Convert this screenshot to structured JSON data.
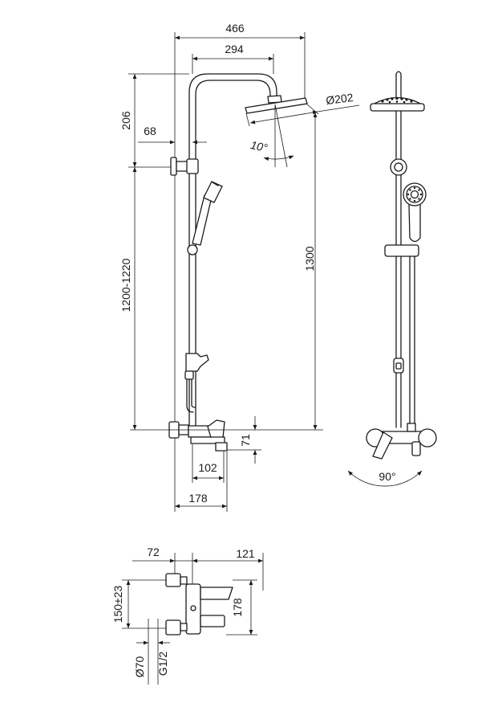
{
  "side_view": {
    "overall_width": "466",
    "arm_reach": "294",
    "head_diameter": "Ø202",
    "head_tilt": "10°",
    "arm_height": "206",
    "bracket_offset": "68",
    "rail_height": "1200-1220",
    "overall_height": "1300",
    "mixer_drop": "71",
    "spout_width": "102",
    "mixer_depth": "178"
  },
  "front_view": {
    "lever_rotation": "90°"
  },
  "top_view": {
    "inlet_offset": "72",
    "spout_reach": "121",
    "inlet_spacing": "150±23",
    "mixer_height": "178",
    "flange_diameter": "Ø70",
    "thread_size": "G1/2"
  }
}
